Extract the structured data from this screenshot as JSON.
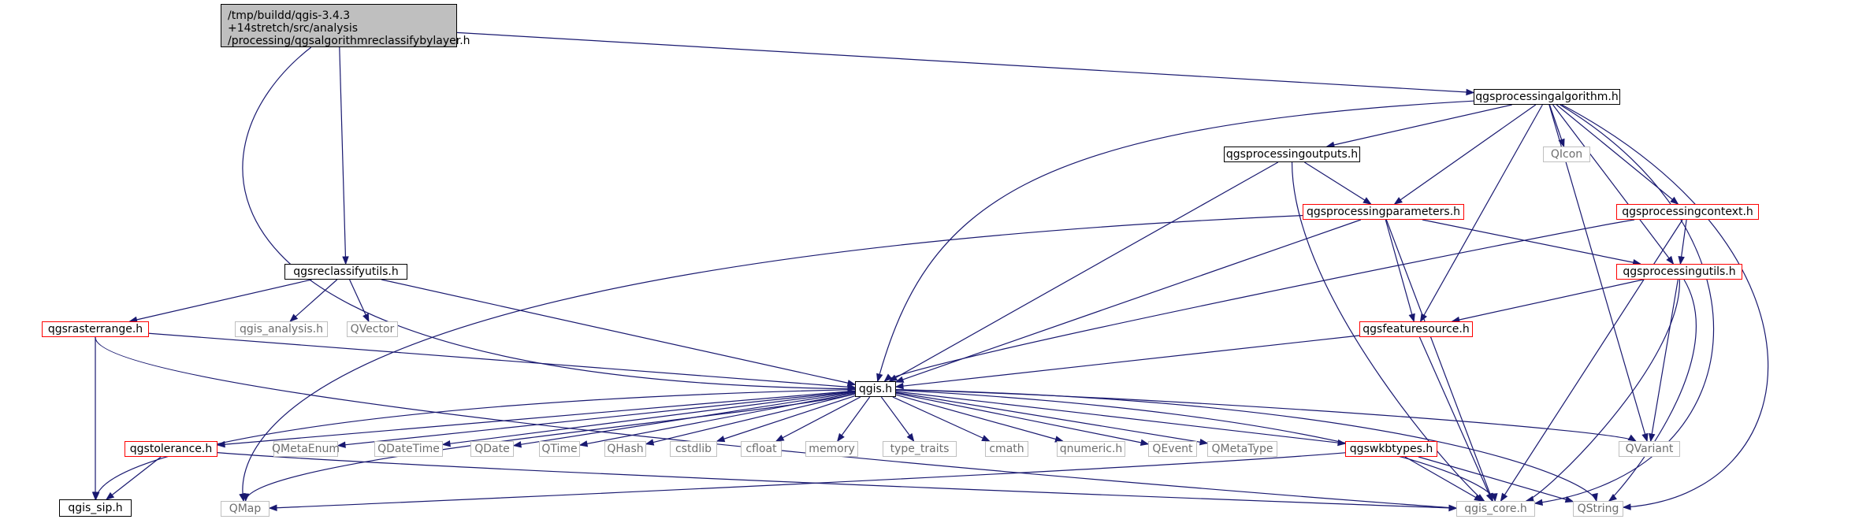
{
  "nodes": [
    {
      "id": "root",
      "label": "/tmp/buildd/qgis-3.4.3\n+14stretch/src/analysis\n/processing/qgsalgorithmreclassifybylayer.h",
      "kind": "root"
    },
    {
      "id": "algorithm",
      "label": "qgsprocessingalgorithm.h",
      "kind": "doc"
    },
    {
      "id": "outputs",
      "label": "qgsprocessingoutputs.h",
      "kind": "doc"
    },
    {
      "id": "qicon",
      "label": "QIcon",
      "kind": "ext"
    },
    {
      "id": "parameters",
      "label": "qgsprocessingparameters.h",
      "kind": "red"
    },
    {
      "id": "context",
      "label": "qgsprocessingcontext.h",
      "kind": "red"
    },
    {
      "id": "reclassify",
      "label": "qgsreclassifyutils.h",
      "kind": "doc"
    },
    {
      "id": "putils",
      "label": "qgsprocessingutils.h",
      "kind": "red"
    },
    {
      "id": "rasterrange",
      "label": "qgsrasterrange.h",
      "kind": "red"
    },
    {
      "id": "qgis_analysis",
      "label": "qgis_analysis.h",
      "kind": "ext"
    },
    {
      "id": "qvector",
      "label": "QVector",
      "kind": "ext"
    },
    {
      "id": "featuresource",
      "label": "qgsfeaturesource.h",
      "kind": "red"
    },
    {
      "id": "qgis",
      "label": "qgis.h",
      "kind": "doc"
    },
    {
      "id": "tolerance",
      "label": "qgstolerance.h",
      "kind": "red"
    },
    {
      "id": "qmetaenum",
      "label": "QMetaEnum",
      "kind": "ext"
    },
    {
      "id": "qdatetime",
      "label": "QDateTime",
      "kind": "ext"
    },
    {
      "id": "qdate",
      "label": "QDate",
      "kind": "ext"
    },
    {
      "id": "qtime",
      "label": "QTime",
      "kind": "ext"
    },
    {
      "id": "qhash",
      "label": "QHash",
      "kind": "ext"
    },
    {
      "id": "cstdlib",
      "label": "cstdlib",
      "kind": "ext"
    },
    {
      "id": "cfloat",
      "label": "cfloat",
      "kind": "ext"
    },
    {
      "id": "memory",
      "label": "memory",
      "kind": "ext"
    },
    {
      "id": "type_traits",
      "label": "type_traits",
      "kind": "ext"
    },
    {
      "id": "cmath",
      "label": "cmath",
      "kind": "ext"
    },
    {
      "id": "qnumeric",
      "label": "qnumeric.h",
      "kind": "ext"
    },
    {
      "id": "qevent",
      "label": "QEvent",
      "kind": "ext"
    },
    {
      "id": "qmetatype",
      "label": "QMetaType",
      "kind": "ext"
    },
    {
      "id": "wkbtypes",
      "label": "qgswkbtypes.h",
      "kind": "red"
    },
    {
      "id": "qvariant",
      "label": "QVariant",
      "kind": "ext"
    },
    {
      "id": "qgis_sip",
      "label": "qgis_sip.h",
      "kind": "doc"
    },
    {
      "id": "qmap",
      "label": "QMap",
      "kind": "ext"
    },
    {
      "id": "qgis_core",
      "label": "qgis_core.h",
      "kind": "ext"
    },
    {
      "id": "qstring",
      "label": "QString",
      "kind": "ext"
    }
  ],
  "edges": [
    [
      "root",
      "algorithm"
    ],
    [
      "root",
      "reclassify"
    ],
    [
      "root",
      "qgis"
    ],
    [
      "algorithm",
      "outputs"
    ],
    [
      "algorithm",
      "qicon"
    ],
    [
      "algorithm",
      "parameters"
    ],
    [
      "algorithm",
      "context"
    ],
    [
      "algorithm",
      "putils"
    ],
    [
      "algorithm",
      "featuresource"
    ],
    [
      "algorithm",
      "qgis"
    ],
    [
      "algorithm",
      "qvariant"
    ],
    [
      "algorithm",
      "qgis_core"
    ],
    [
      "algorithm",
      "qstring"
    ],
    [
      "outputs",
      "parameters"
    ],
    [
      "outputs",
      "qgis"
    ],
    [
      "outputs",
      "qgis_core"
    ],
    [
      "parameters",
      "putils"
    ],
    [
      "parameters",
      "featuresource"
    ],
    [
      "parameters",
      "qgis"
    ],
    [
      "parameters",
      "qgis_core"
    ],
    [
      "parameters",
      "qmap"
    ],
    [
      "context",
      "putils"
    ],
    [
      "context",
      "qgis"
    ],
    [
      "context",
      "qgis_core"
    ],
    [
      "putils",
      "featuresource"
    ],
    [
      "putils",
      "qvariant"
    ],
    [
      "putils",
      "qgis_core"
    ],
    [
      "putils",
      "qstring"
    ],
    [
      "reclassify",
      "rasterrange"
    ],
    [
      "reclassify",
      "qgis_analysis"
    ],
    [
      "reclassify",
      "qvector"
    ],
    [
      "reclassify",
      "qgis"
    ],
    [
      "rasterrange",
      "qgis"
    ],
    [
      "rasterrange",
      "qgis_sip"
    ],
    [
      "rasterrange",
      "qgis_core"
    ],
    [
      "featuresource",
      "qgis"
    ],
    [
      "featuresource",
      "qgis_core"
    ],
    [
      "qgis",
      "tolerance"
    ],
    [
      "qgis",
      "qmetaenum"
    ],
    [
      "qgis",
      "qdatetime"
    ],
    [
      "qgis",
      "qdate"
    ],
    [
      "qgis",
      "qtime"
    ],
    [
      "qgis",
      "qhash"
    ],
    [
      "qgis",
      "cstdlib"
    ],
    [
      "qgis",
      "cfloat"
    ],
    [
      "qgis",
      "memory"
    ],
    [
      "qgis",
      "type_traits"
    ],
    [
      "qgis",
      "cmath"
    ],
    [
      "qgis",
      "qnumeric"
    ],
    [
      "qgis",
      "qevent"
    ],
    [
      "qgis",
      "qmetatype"
    ],
    [
      "qgis",
      "wkbtypes"
    ],
    [
      "qgis",
      "qvariant"
    ],
    [
      "qgis",
      "qgis_sip"
    ],
    [
      "qgis",
      "qmap"
    ],
    [
      "qgis",
      "qgis_core"
    ],
    [
      "qgis",
      "qstring"
    ],
    [
      "tolerance",
      "qgis_sip"
    ],
    [
      "tolerance",
      "qgis_core"
    ],
    [
      "wkbtypes",
      "qmap"
    ],
    [
      "wkbtypes",
      "qgis_core"
    ],
    [
      "wkbtypes",
      "qstring"
    ]
  ]
}
